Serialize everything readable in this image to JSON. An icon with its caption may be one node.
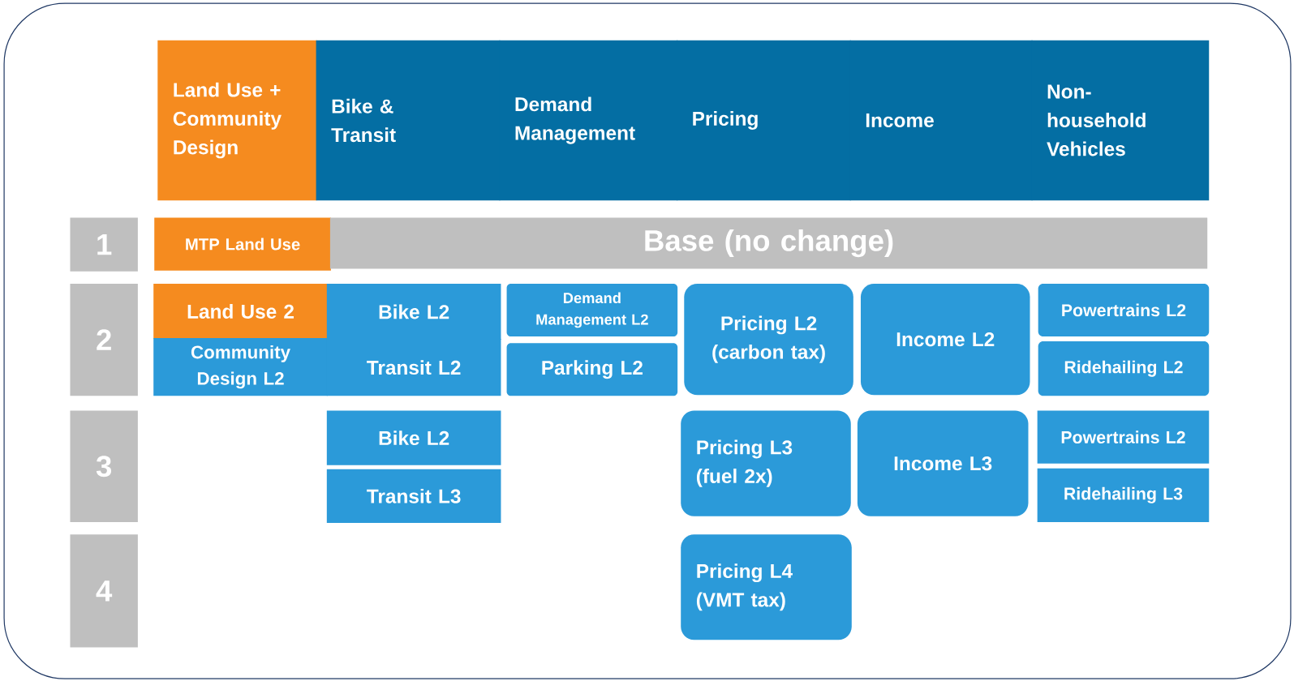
{
  "diagram": {
    "nodes": [
      {
        "text": [
          "Land Use + Community Design"
        ]
      },
      {
        "text": [
          "Bike & Transit"
        ]
      },
      {
        "text": [
          "Demand Management"
        ]
      },
      {
        "text": [
          "Pricing"
        ]
      },
      {
        "text": [
          "Income"
        ]
      },
      {
        "text": [
          "Non-household Vehicles"
        ]
      },
      {
        "text": [
          "1"
        ]
      },
      {
        "text": [
          "2"
        ]
      },
      {
        "text": [
          "3"
        ]
      },
      {
        "text": [
          "4"
        ]
      },
      {
        "text": [
          "MTP Land Use"
        ]
      },
      {
        "text": [
          "Base (no change)"
        ]
      },
      {
        "text": [
          "Land Use 2"
        ]
      },
      {
        "text": [
          "Community Design L2"
        ]
      },
      {
        "text": [
          "Bike L2"
        ]
      },
      {
        "text": [
          "Transit L2"
        ]
      },
      {
        "text": [
          "Demand Management L2"
        ]
      },
      {
        "text": [
          "Parking L2"
        ]
      },
      {
        "text": [
          "Pricing L2 (carbon tax)"
        ]
      },
      {
        "text": [
          "Income L2"
        ]
      },
      {
        "text": [
          "Powertrains L2"
        ]
      },
      {
        "text": [
          "Ridehailing L2"
        ]
      },
      {
        "text": [
          "Bike L2"
        ]
      },
      {
        "text": [
          "Transit L3"
        ]
      },
      {
        "text": [
          "Pricing L3 (fuel 2x)"
        ]
      },
      {
        "text": [
          "Income L3"
        ]
      },
      {
        "text": [
          "Powertrains L2"
        ]
      },
      {
        "text": [
          "Ridehailing L3"
        ]
      },
      {
        "text": [
          "Pricing L4 (VMT tax)"
        ]
      }
    ]
  }
}
